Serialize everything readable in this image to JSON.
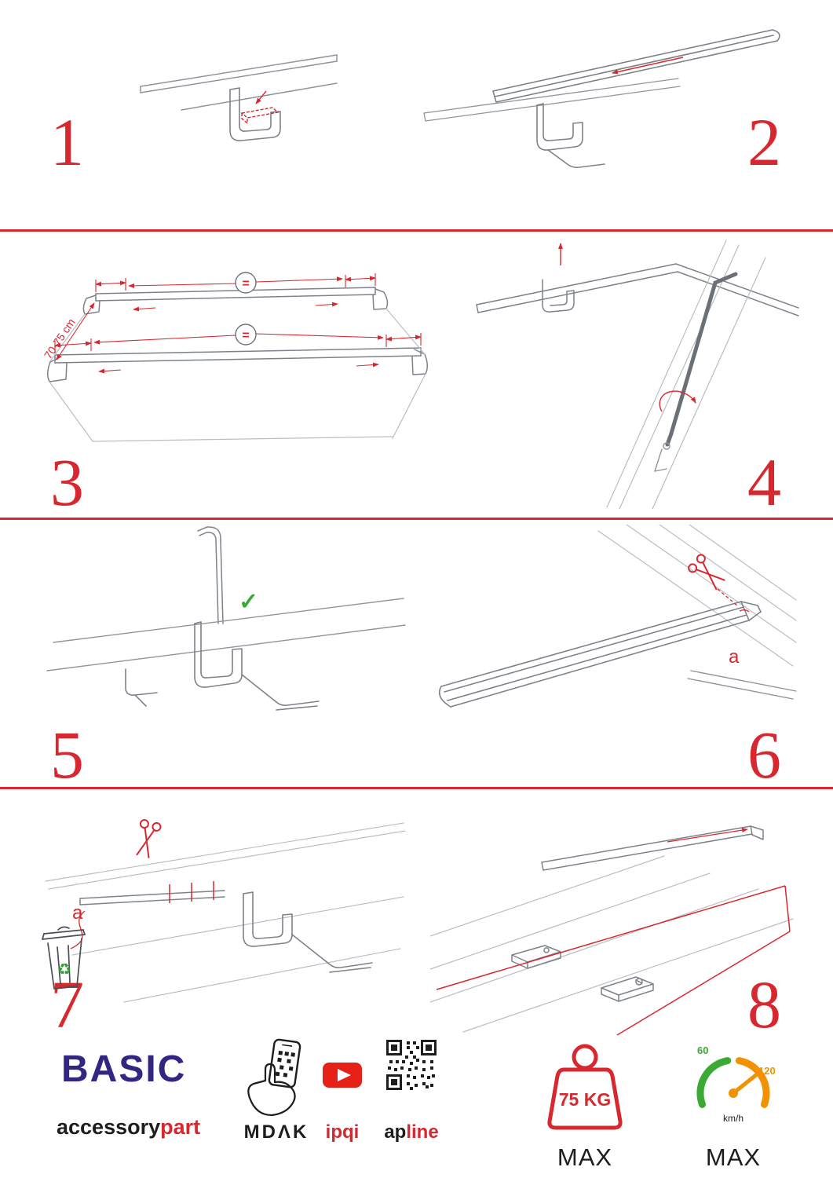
{
  "colors": {
    "accent_red": "#d7282f",
    "brand_blue": "#312783",
    "line_gray": "#8f949b",
    "green": "#3aaa35",
    "orange": "#f39200",
    "youtube_red": "#e62117",
    "text_dark": "#1d1d1b"
  },
  "steps": {
    "s1": {
      "number": "1"
    },
    "s2": {
      "number": "2"
    },
    "s3": {
      "number": "3",
      "measurement": "70-75 cm",
      "equal": "="
    },
    "s4": {
      "number": "4"
    },
    "s5": {
      "number": "5"
    },
    "s6": {
      "number": "6",
      "cut_label": "a"
    },
    "s7": {
      "number": "7",
      "cut_label": "a"
    },
    "s8": {
      "number": "8"
    }
  },
  "icons": {
    "check": "✓",
    "recycle": "♻"
  },
  "footer": {
    "brand": {
      "title": "BASIC",
      "sub_black": "accessory",
      "sub_red": "part"
    },
    "partners": {
      "mdak": "MDΛK",
      "ipqi": "ipqi",
      "apline_black": "ap",
      "apline_red": "line"
    },
    "weight": {
      "value": "75 KG",
      "max": "MAX"
    },
    "speed": {
      "low": "60",
      "high": "120",
      "unit": "km/h",
      "max": "MAX"
    }
  }
}
